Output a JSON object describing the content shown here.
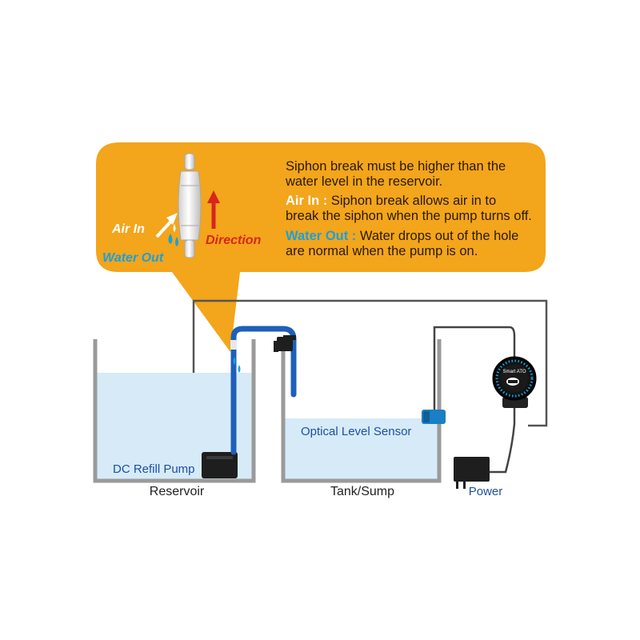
{
  "callout": {
    "line1": "Siphon break must be higher than the",
    "line2": "water level in the reservoir.",
    "air_in_key": "Air In :",
    "air_in_text1": " Siphon break allows air in to",
    "air_in_text2": "break the  siphon when the pump turns off.",
    "water_out_key": "Water Out :",
    "water_out_text1": " Water drops out of the hole",
    "water_out_text2": "are normal when the pump is on.",
    "fig_air_in": "Air In",
    "fig_water_out": "Water Out",
    "fig_direction": "Direction"
  },
  "labels": {
    "pump": "DC Refill Pump",
    "reservoir": "Reservoir",
    "sensor": "Optical Level Sensor",
    "tank": "Tank/Sump",
    "power": "Power",
    "controller": "Smart ATO"
  },
  "colors": {
    "bubble": "#f3a51b",
    "water": "#d6ebf7",
    "tube": "#1f5fb8",
    "tank_wall": "#9a9a9a",
    "cable": "#444444",
    "direction": "#d8261c",
    "water_out": "#1aa0dc"
  }
}
